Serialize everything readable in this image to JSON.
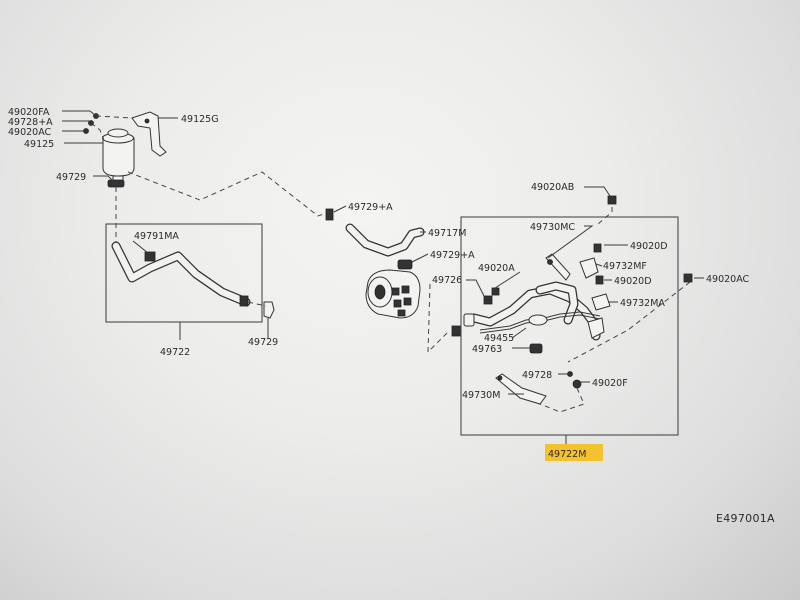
{
  "diagram_id": "E497001A",
  "highlight_color": "#f5c22f",
  "callouts": {
    "l49020FA": "49020FA",
    "l49728A_top": "49728+A",
    "l49020AC_top": "49020AC",
    "l49125": "49125",
    "l49125G": "49125G",
    "l49729_a": "49729",
    "l49791MA": "49791MA",
    "l49722": "49722",
    "l49729_b": "49729",
    "l49729A_mid": "49729+A",
    "l49717M": "49717M",
    "l49729A_pump": "49729+A",
    "l49726": "49726",
    "l49020A": "49020A",
    "l49020AB": "49020AB",
    "l49730MC": "49730MC",
    "l49020D_a": "49020D",
    "l49732MF": "49732MF",
    "l49020D_b": "49020D",
    "l49020AC_right": "49020AC",
    "l49732MA": "49732MA",
    "l49455": "49455",
    "l49763": "49763",
    "l49728": "49728",
    "l49020F": "49020F",
    "l49730M": "49730M",
    "l49722M": "49722M"
  }
}
